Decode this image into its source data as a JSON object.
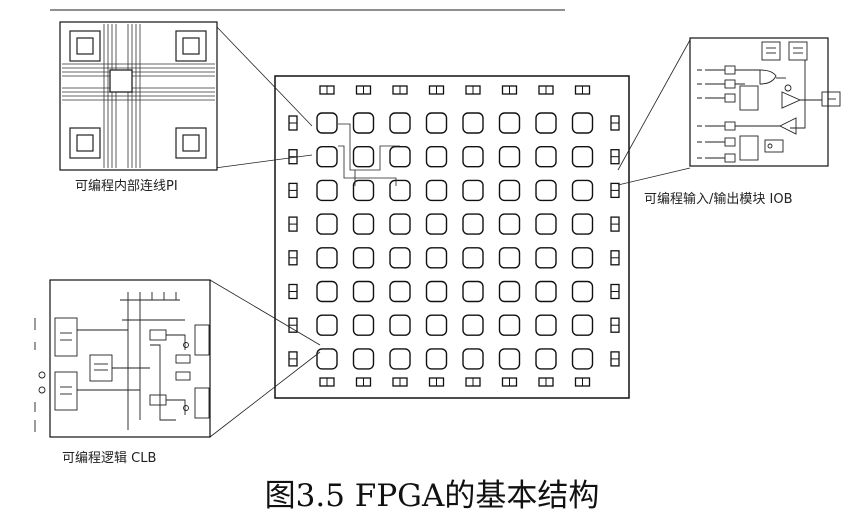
{
  "labels": {
    "pi": "可编程内部连线PI",
    "iob": "可编程输入/输出模块 IOB",
    "clb": "可编程逻辑 CLB"
  },
  "caption": "图3.5  FPGA的基本结构",
  "grid": {
    "rows": 8,
    "cols": 8
  }
}
